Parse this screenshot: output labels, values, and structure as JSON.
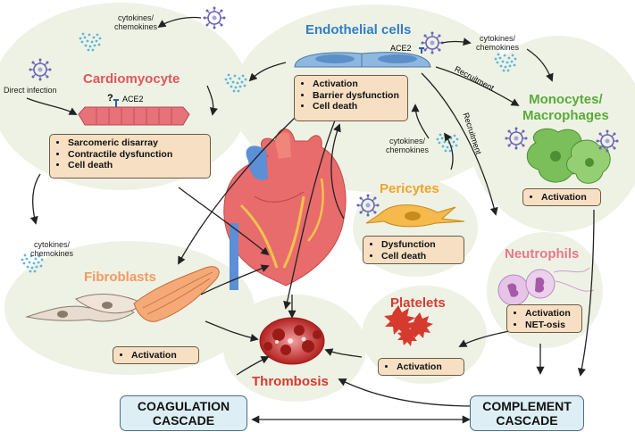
{
  "cells": {
    "endothelial": {
      "title": "Endothelial cells",
      "color": "#2f7fc6",
      "receptor": "ACE2",
      "effects": [
        "Activation",
        "Barrier dysfunction",
        "Cell death"
      ]
    },
    "cardiomyocyte": {
      "title": "Cardiomyocyte",
      "color": "#e0565b",
      "receptor": "ACE2",
      "question_mark": "?",
      "direct_infection": "Direct infection",
      "effects": [
        "Sarcomeric disarray",
        "Contractile dysfunction",
        "Cell death"
      ]
    },
    "monocytes": {
      "title_line1": "Monocytes/",
      "title_line2": "Macrophages",
      "color": "#5aaa3a",
      "effects": [
        "Activation"
      ]
    },
    "pericytes": {
      "title": "Pericytes",
      "color": "#f2a22a",
      "effects": [
        "Dysfunction",
        "Cell death"
      ]
    },
    "fibroblasts": {
      "title": "Fibroblasts",
      "color": "#f29a63",
      "effects": [
        "Activation"
      ]
    },
    "neutrophils": {
      "title": "Neutrophils",
      "color": "#e8798c",
      "effects": [
        "Activation",
        "NET-osis"
      ]
    },
    "platelets": {
      "title": "Platelets",
      "color": "#d63a2f",
      "effects": [
        "Activation"
      ]
    }
  },
  "thrombosis": {
    "label": "Thrombosis",
    "color": "#d63a2f"
  },
  "cascades": {
    "coagulation": {
      "line1": "COAGULATION",
      "line2": "CASCADE"
    },
    "complement": {
      "line1": "COMPLEMENT",
      "line2": "CASCADE"
    }
  },
  "signals": {
    "cytokines_line1": "cytokines/",
    "cytokines_line2": "chemokines",
    "recruitment": "Recruitment"
  },
  "colors": {
    "bubble": "#eef2e4",
    "effect_box": "#f6dfc3",
    "cascade_box": "#ddeef5",
    "virus": "#6a63b8",
    "dots": "#5bb7dd"
  }
}
